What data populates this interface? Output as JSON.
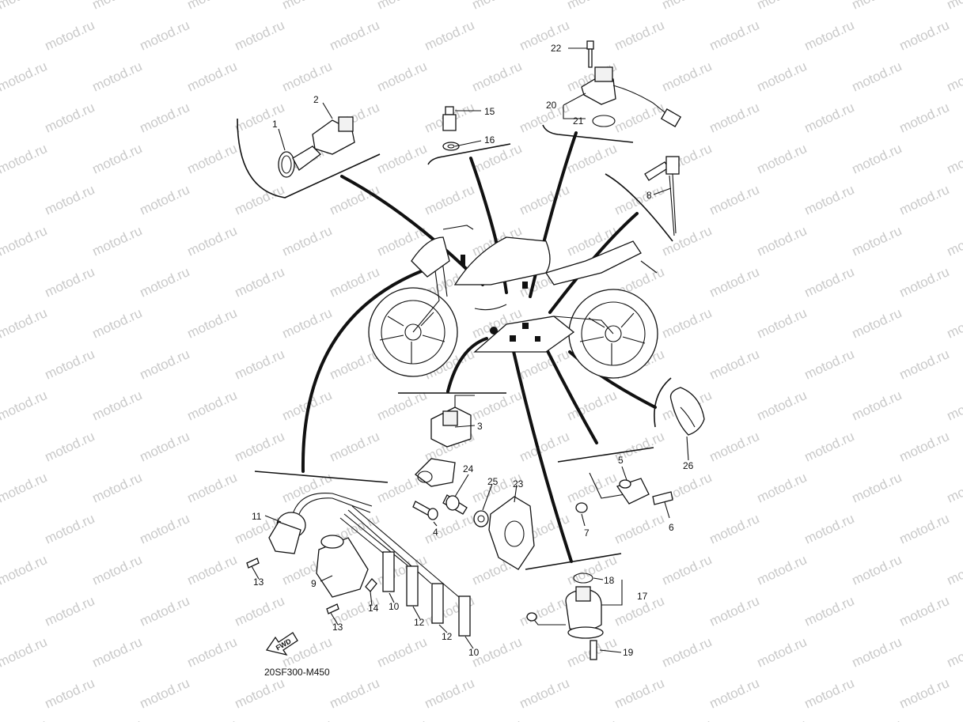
{
  "watermark": {
    "text": "motod.ru",
    "color": "#c9c9c9"
  },
  "diagram_code": "20SF300-M450",
  "fwd_label": "FWD",
  "callouts": [
    "1",
    "2",
    "3",
    "4",
    "5",
    "6",
    "7",
    "8",
    "9",
    "10",
    "10",
    "11",
    "12",
    "12",
    "13",
    "13",
    "14",
    "15",
    "16",
    "17",
    "18",
    "19",
    "20",
    "21",
    "22",
    "23",
    "24",
    "25",
    "26"
  ]
}
